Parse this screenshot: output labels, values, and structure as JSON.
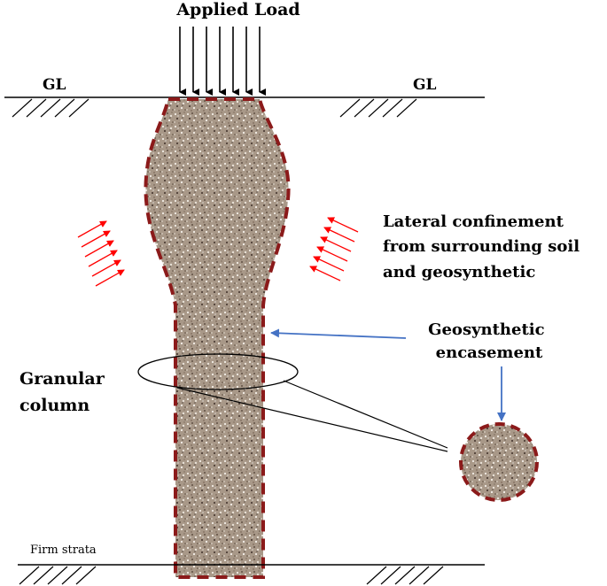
{
  "diagram": {
    "title": "Applied Load",
    "ground_left": "GL",
    "ground_right": "GL",
    "lateral_text": [
      "Lateral confinement",
      "from surrounding soil",
      "and geosynthetic"
    ],
    "geo_text": [
      "Geosynthetic",
      "encasement"
    ],
    "column_text": [
      "Granular",
      "column"
    ],
    "firm_strata": "Firm strata"
  },
  "colors": {
    "load_arrows": "#000000",
    "confinement_arrows": "#ff0000",
    "encasement_outline": "#8b1a1a",
    "pointer_arrows": "#4472c4",
    "gravel": "#a89888"
  }
}
